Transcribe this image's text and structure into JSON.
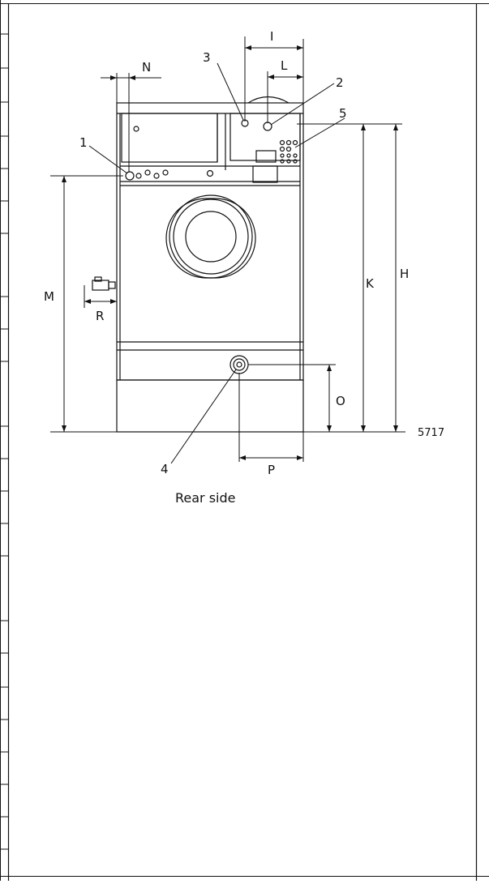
{
  "diagram": {
    "caption": "Rear side",
    "figure_number": "5717",
    "dimension_labels": {
      "I": "I",
      "L": "L",
      "N": "N",
      "K": "K",
      "H": "H",
      "M": "M",
      "R": "R",
      "O": "O",
      "P": "P"
    },
    "callouts": {
      "c1": "1",
      "c2": "2",
      "c3": "3",
      "c4": "4",
      "c5": "5"
    }
  },
  "colors": {
    "line": "#111111",
    "background": "#ffffff"
  }
}
